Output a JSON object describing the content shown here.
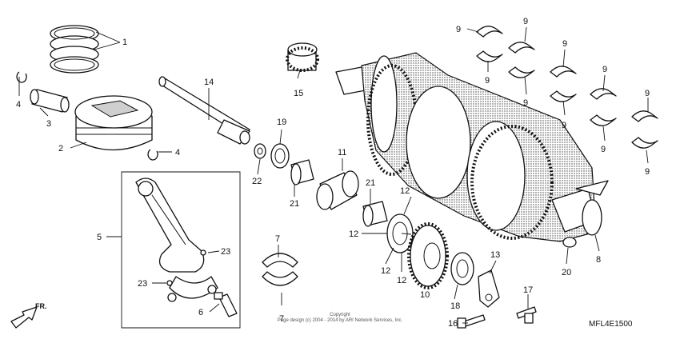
{
  "diagram_code": "MFL4E1500",
  "direction_label": "FR.",
  "copyright_lines": [
    "Copyright",
    "Page design (c) 2004 - 2014 by ARI Network Services, Inc."
  ],
  "callouts": {
    "c1": "1",
    "c2": "2",
    "c3": "3",
    "c4a": "4",
    "c4b": "4",
    "c5": "5",
    "c6": "6",
    "c7a": "7",
    "c7b": "7",
    "c8": "8",
    "c9_1": "9",
    "c9_2": "9",
    "c9_3": "9",
    "c9_4": "9",
    "c9_5": "9",
    "c9_6": "9",
    "c9_7": "9",
    "c9_8": "9",
    "c9_9": "9",
    "c9_10": "9",
    "c10": "10",
    "c11": "11",
    "c12a": "12",
    "c12b": "12",
    "c12c": "12",
    "c12d": "12",
    "c13": "13",
    "c14": "14",
    "c15": "15",
    "c16": "16",
    "c17": "17",
    "c18": "18",
    "c19": "19",
    "c20": "20",
    "c21a": "21",
    "c21b": "21",
    "c22": "22",
    "c23a": "23",
    "c23b": "23"
  }
}
